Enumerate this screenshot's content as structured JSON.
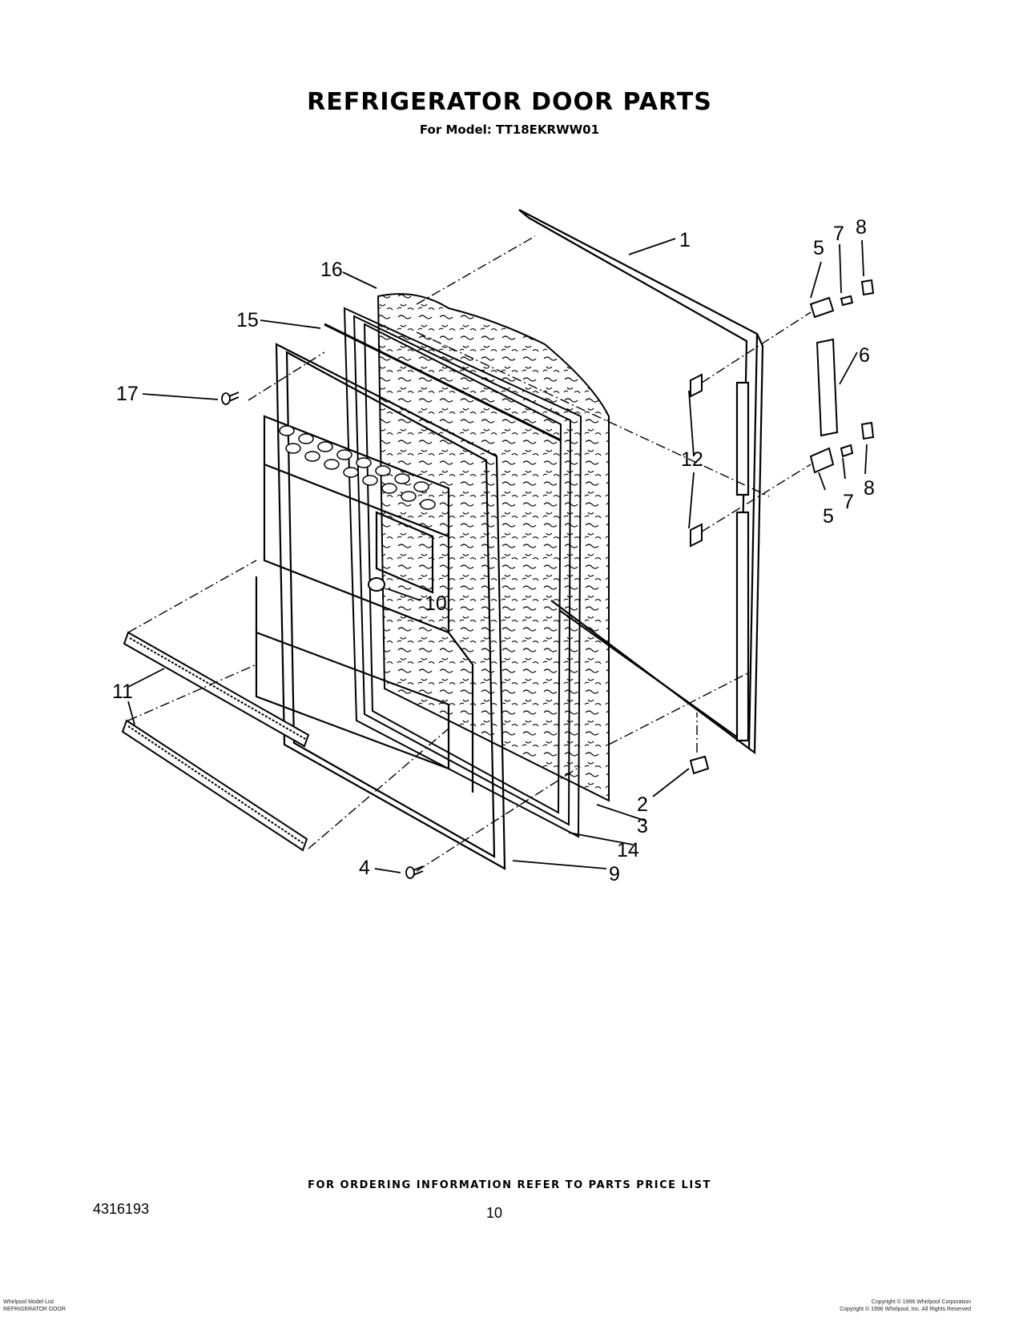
{
  "header": {
    "title": "REFRIGERATOR DOOR PARTS",
    "subtitle": "For Model: TT18EKRWW01"
  },
  "callouts": {
    "c1": "1",
    "c2": "2",
    "c3": "3",
    "c4": "4",
    "c5a": "5",
    "c5b": "5",
    "c6": "6",
    "c7a": "7",
    "c7b": "7",
    "c8a": "8",
    "c8b": "8",
    "c9": "9",
    "c10": "10",
    "c11": "11",
    "c12": "12",
    "c14": "14",
    "c15": "15",
    "c16": "16",
    "c17": "17"
  },
  "footer": {
    "ordering_note": "FOR ORDERING INFORMATION REFER TO PARTS PRICE LIST",
    "doc_number": "4316193",
    "page_number": "10",
    "fine_print_left_1": "Whirlpool Model List",
    "fine_print_left_2": "REFRIGERATOR DOOR",
    "fine_print_right_1": "Copyright © 1996 Whirlpool Corporation",
    "fine_print_right_2": "Copyright © 1996 Whirlpool, Inc. All Rights Reserved"
  }
}
